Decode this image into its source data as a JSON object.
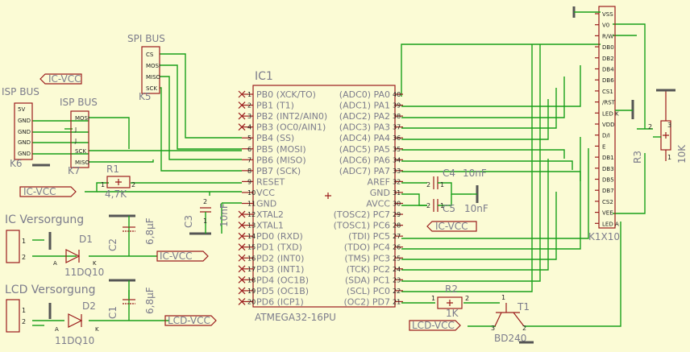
{
  "ic": {
    "name": "IC1",
    "part": "ATMEGA32-16PU",
    "left_pins": [
      {
        "num": "1",
        "label": "PB0 (XCK/TO)",
        "nc": true
      },
      {
        "num": "2",
        "label": "PB1 (T1)",
        "nc": true
      },
      {
        "num": "3",
        "label": "PB2 (INT2/AIN0)",
        "nc": true
      },
      {
        "num": "4",
        "label": "PB3 (OC0/AIN1)",
        "nc": true
      },
      {
        "num": "5",
        "label": "PB4 (SS)",
        "nc": false
      },
      {
        "num": "6",
        "label": "PB5 (MOSI)",
        "nc": false
      },
      {
        "num": "7",
        "label": "PB6 (MISO)",
        "nc": false
      },
      {
        "num": "8",
        "label": "PB7 (SCK)",
        "nc": false
      },
      {
        "num": "9",
        "label": "RESET",
        "nc": false
      },
      {
        "num": "10",
        "label": "VCC",
        "nc": false
      },
      {
        "num": "11",
        "label": "GND",
        "nc": false
      },
      {
        "num": "12",
        "label": "XTAL2",
        "nc": true
      },
      {
        "num": "13",
        "label": "XTAL1",
        "nc": true
      },
      {
        "num": "14",
        "label": "PD0 (RXD)",
        "nc": true
      },
      {
        "num": "15",
        "label": "PD1 (TXD)",
        "nc": true
      },
      {
        "num": "16",
        "label": "PD2 (INT0)",
        "nc": true
      },
      {
        "num": "17",
        "label": "PD3 (INT1)",
        "nc": true
      },
      {
        "num": "18",
        "label": "PD4 (OC1B)",
        "nc": true
      },
      {
        "num": "19",
        "label": "PD5 (OC1B)",
        "nc": true
      },
      {
        "num": "20",
        "label": "PD6 (ICP1)",
        "nc": true
      }
    ],
    "right_pins": [
      {
        "num": "40",
        "label": "(ADC0) PA0"
      },
      {
        "num": "39",
        "label": "(ADC1) PA1"
      },
      {
        "num": "38",
        "label": "(ADC2) PA2"
      },
      {
        "num": "37",
        "label": "(ADC3) PA3"
      },
      {
        "num": "36",
        "label": "(ADC4) PA4"
      },
      {
        "num": "35",
        "label": "(ADC5) PA5"
      },
      {
        "num": "34",
        "label": "(ADC6) PA6"
      },
      {
        "num": "33",
        "label": "(ADC7) PA7"
      },
      {
        "num": "32",
        "label": "AREF"
      },
      {
        "num": "31",
        "label": "GND"
      },
      {
        "num": "30",
        "label": "AVCC"
      },
      {
        "num": "29",
        "label": "(TOSC2) PC7"
      },
      {
        "num": "28",
        "label": "(TOSC1) PC6"
      },
      {
        "num": "27",
        "label": "(TDI) PC5"
      },
      {
        "num": "26",
        "label": "(TDO) PC4"
      },
      {
        "num": "25",
        "label": "(TMS) PC3"
      },
      {
        "num": "24",
        "label": "(TCK) PC2"
      },
      {
        "num": "23",
        "label": "(SDA) PC1"
      },
      {
        "num": "22",
        "label": "(SCL) PC0"
      },
      {
        "num": "21",
        "label": "(OC2) PD7"
      }
    ]
  },
  "lcd": {
    "name": "K1X10",
    "pins": [
      "VSS",
      "V0",
      "R/W",
      "DB0",
      "DB2",
      "DB4",
      "DB6",
      "CS1",
      "/RST",
      "LED K",
      "VDD",
      "D/I",
      "E",
      "DB1",
      "DB3",
      "DB5",
      "DB7",
      "CS2",
      "VEE",
      "LED A"
    ]
  },
  "spi": {
    "title": "SPI BUS",
    "name": "K5",
    "pins": [
      "CS",
      "MOSI",
      "MISO",
      "SCK"
    ]
  },
  "isp6": {
    "title": "ISP BUS",
    "name": "K6",
    "pins": [
      "5V",
      "GND",
      "GND",
      "GND",
      "GND"
    ]
  },
  "isp7": {
    "title": "ISP BUS",
    "name": "K7",
    "pins": [
      "MOSI",
      "J",
      "J",
      "SCK",
      "MISO"
    ]
  },
  "r1": {
    "name": "R1",
    "value": "4,7K"
  },
  "r2": {
    "name": "R2",
    "value": "1K"
  },
  "r3": {
    "name": "R3",
    "value": "10K"
  },
  "c1": {
    "name": "C1",
    "value": "6,8µF"
  },
  "c2": {
    "name": "C2",
    "value": "6,8µF"
  },
  "c3": {
    "name": "C3",
    "value": "10nF"
  },
  "c4": {
    "name": "C4",
    "value": "10nF"
  },
  "c5": {
    "name": "C5",
    "value": "10nF"
  },
  "d1": {
    "name": "D1",
    "value": "11DQ10"
  },
  "d2": {
    "name": "D2",
    "value": "11DQ10"
  },
  "t1": {
    "name": "T1",
    "value": "BD240"
  },
  "sections": {
    "ic_supply": "IC Versorgung",
    "lcd_supply": "LCD Versorgung"
  },
  "nets": {
    "ic_vcc": "IC-VCC",
    "lcd_vcc": "LCD-VCC"
  },
  "polarity": {
    "anode": "A",
    "cathode": "K"
  }
}
